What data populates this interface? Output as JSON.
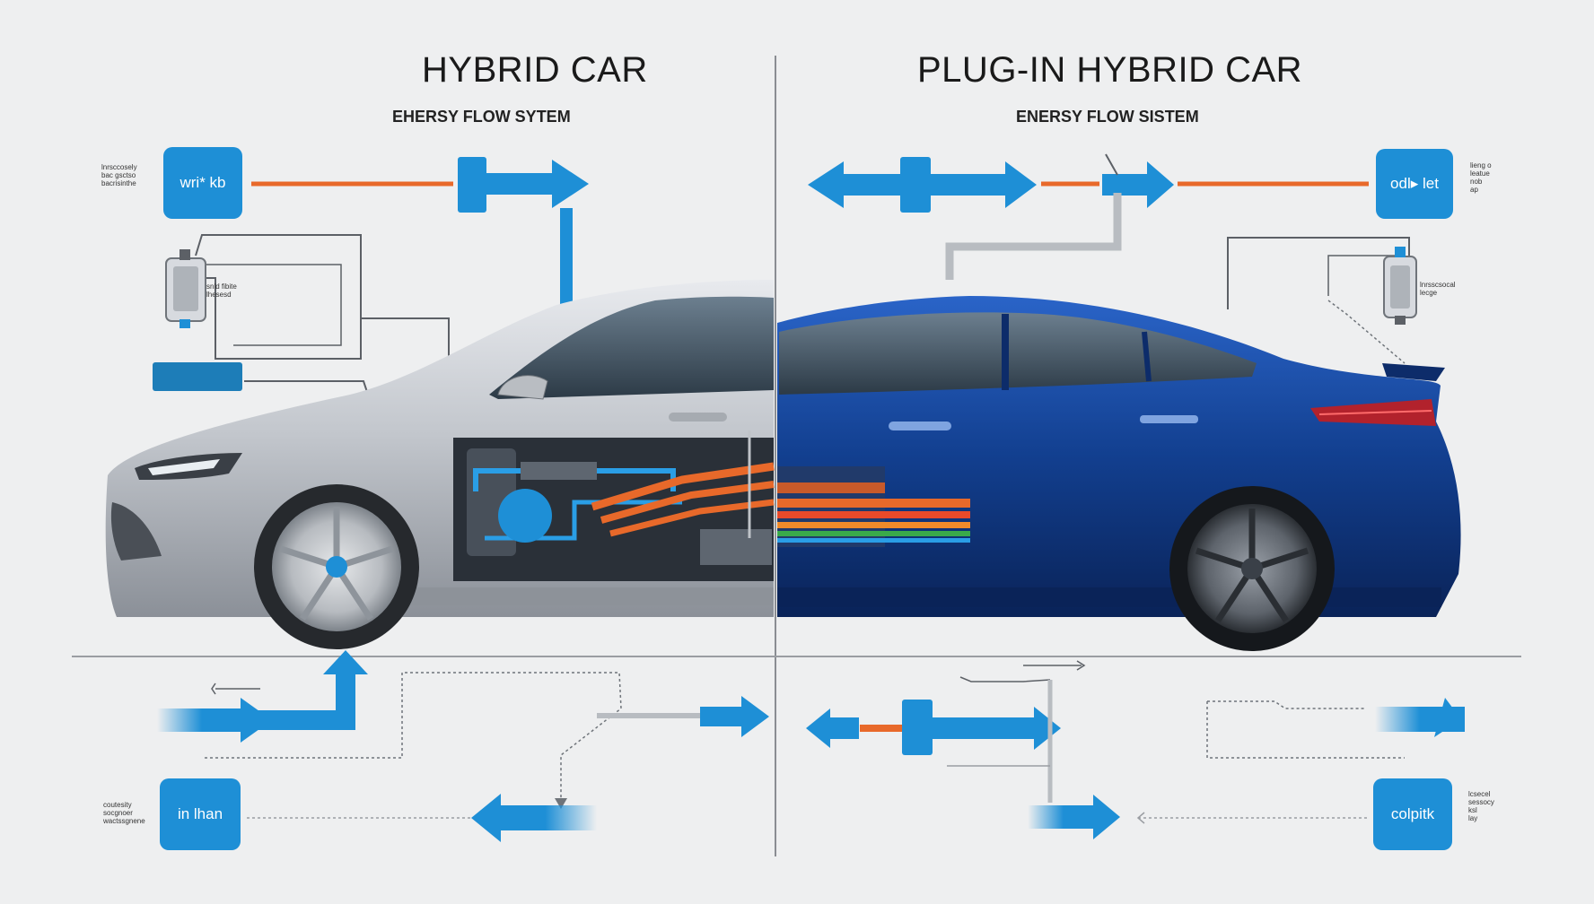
{
  "left_panel": {
    "title": "HYBRID CAR",
    "subtitle": "EHERSY FLOW SYTEM",
    "box_top": "wri* kb",
    "box_bottom": "in lhan",
    "note_top": "lnrsccosely\nbac gsctso\nbacrisinthe",
    "note_module": "snld fibite\nlhesesd",
    "note_bottom": "coutesity\nsocgnoer\nwactssgnene"
  },
  "right_panel": {
    "title": "PLUG-IN HYBRID CAR",
    "subtitle": "ENERSY FLOW SISTEM",
    "box_top": "odl▸ let",
    "box_bottom": "colpitk",
    "note_top": "lieng o\nleatue\nnob\nap",
    "note_module": "lnrsscsocal\nlecge",
    "note_bottom": "lcsecel\nsessocy\nksl\nlay"
  },
  "colors": {
    "flow_blue": "#1e8fd6",
    "flow_orange": "#e8692a",
    "hybrid_body": "#c9ccd1",
    "plugin_body": "#123f8f",
    "background": "#eeeff0"
  }
}
